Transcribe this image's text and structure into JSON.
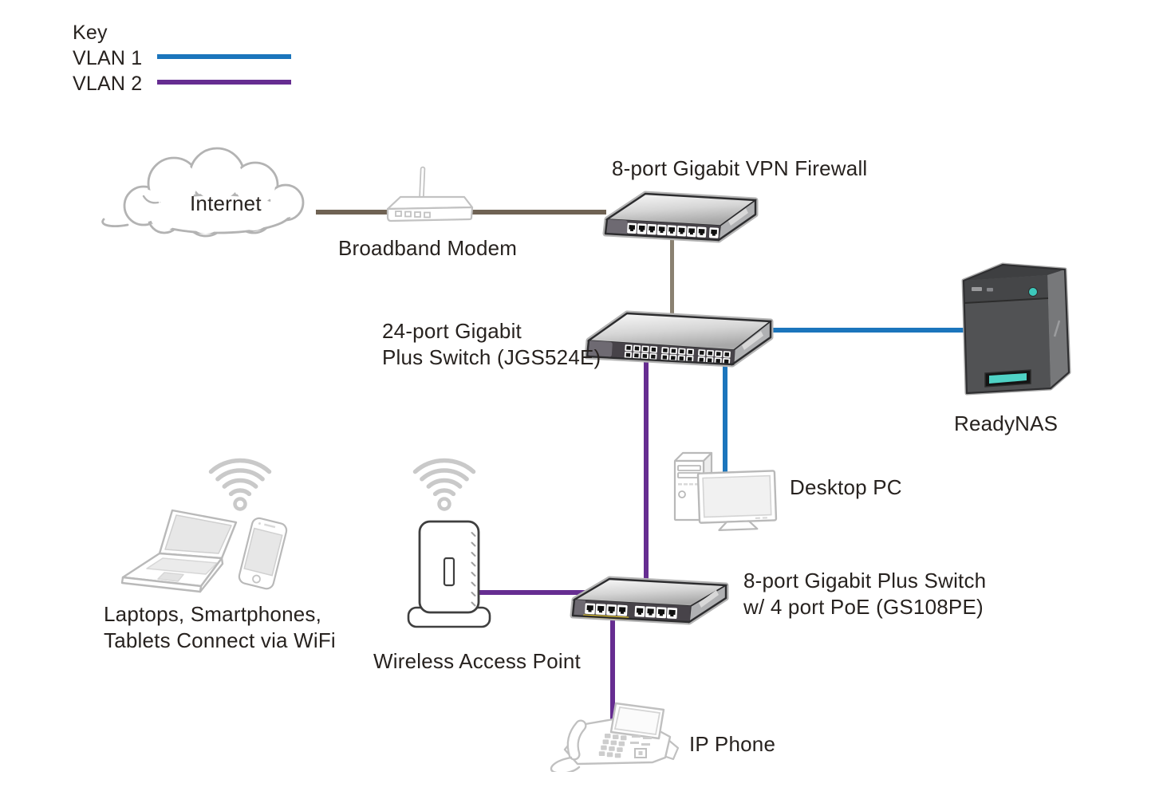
{
  "key": {
    "heading": "Key",
    "items": [
      {
        "label": "VLAN 1",
        "color": "#1b75bc"
      },
      {
        "label": "VLAN 2",
        "color": "#662d91"
      }
    ]
  },
  "nodes": {
    "internet": {
      "label": "Internet",
      "icon": "cloud-icon"
    },
    "modem": {
      "label": "Broadband Modem",
      "icon": "modem-icon"
    },
    "firewall": {
      "label": "8-port Gigabit VPN Firewall",
      "icon": "firewall-switch-icon"
    },
    "switch24": {
      "label_line1": "24-port Gigabit",
      "label_line2": "Plus Switch (JGS524E)",
      "icon": "switch-24port-icon"
    },
    "readynas": {
      "label": "ReadyNAS",
      "icon": "nas-tower-icon"
    },
    "desktop_pc": {
      "label": "Desktop PC",
      "icon": "desktop-pc-icon"
    },
    "switch8": {
      "label_line1": "8-port Gigabit Plus Switch",
      "label_line2": "w/ 4 port PoE (GS108PE)",
      "icon": "switch-8port-poe-icon"
    },
    "wap": {
      "label": "Wireless Access Point",
      "icon": "wireless-access-point-icon"
    },
    "ip_phone": {
      "label": "IP Phone",
      "icon": "ip-phone-icon"
    },
    "wifi_clients": {
      "label_line1": "Laptops, Smartphones,",
      "label_line2": "Tablets Connect via WiFi",
      "icon": "laptop-smartphone-icon"
    }
  },
  "connections": [
    {
      "from": "internet",
      "to": "modem",
      "type": "wan"
    },
    {
      "from": "modem",
      "to": "firewall",
      "type": "wan"
    },
    {
      "from": "firewall",
      "to": "switch24",
      "type": "wan"
    },
    {
      "from": "switch24",
      "to": "readynas",
      "type": "vlan1"
    },
    {
      "from": "switch24",
      "to": "desktop_pc",
      "type": "vlan1"
    },
    {
      "from": "switch24",
      "to": "switch8",
      "type": "vlan2"
    },
    {
      "from": "wap",
      "to": "switch8",
      "type": "vlan2"
    },
    {
      "from": "switch8",
      "to": "ip_phone",
      "type": "vlan2"
    }
  ],
  "colors": {
    "vlan1": "#1b75bc",
    "vlan2": "#662d91",
    "wan": "#6f6253",
    "poe_highlight": "#f2d22e",
    "nas_accent": "#3cc8bb",
    "text": "#27221f"
  }
}
